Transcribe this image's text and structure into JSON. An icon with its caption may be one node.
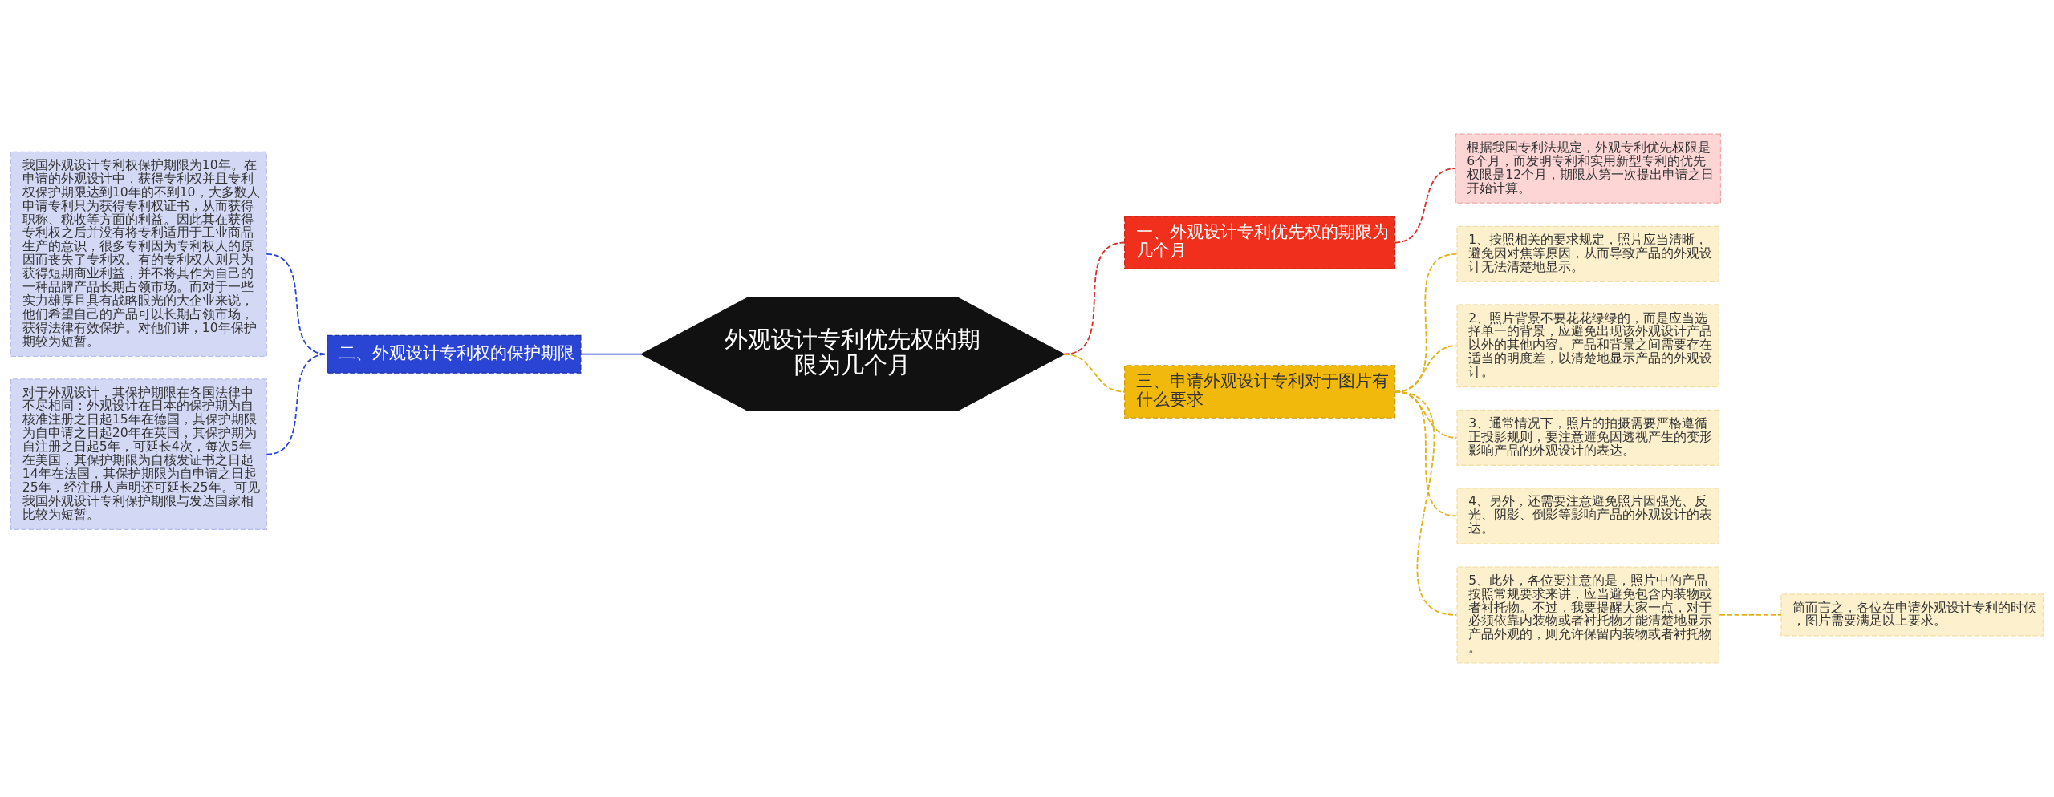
{
  "diagram": {
    "nodes": [
      {
        "text": [
          "外观设计专利优先权的期限为几个月"
        ]
      },
      {
        "text": [
          "一、外观设计专利优先权的期限为几个月"
        ]
      },
      {
        "text": [
          "根据我国专利法规定，外观专利优先权限是6个月，而发明专利和实用新型专利的优先权限是12个月，期限从第一次提出申请之日开始计算。"
        ]
      },
      {
        "text": [
          "二、外观设计专利权的保护期限"
        ]
      },
      {
        "text": [
          "我国外观设计专利权保护期限为10年。在申请的外观设计中，获得专利权并且专利权保护期限达到10年的不到10，大多数人申请专利只为获得专利权证书，从而获得职称、税收等方面的利益。因此其在获得专利权之后并没有将专利适用于工业商品生产的意识，很多专利因为专利权人的原因而丧失了专利权。有的专利权人则只为获得短期商业利益，并不将其作为自己的一种品牌产品长期占领市场。而对于一些实力雄厚且具有战略眼光的大企业来说，他们希望自己的产品可以长期占领市场，获得法律有效保护。对他们讲，10年保护期较为短暂。"
        ]
      },
      {
        "text": [
          "对于外观设计，其保护期限在各国法律中不尽相同：外观设计在日本的保护期为自核准注册之日起15年在德国，其保护期限为自申请之日起20年在英国，其保护期为自注册之日起5年，可延长4次，每次5年在美国，其保护期限为自核发证书之日起14年在法国，其保护期限为自申请之日起25年，经注册人声明还可延长25年。可见我国外观设计专利保护期限与发达国家相比较为短暂。"
        ]
      },
      {
        "text": [
          "三、申请外观设计专利对于图片有什么要求"
        ]
      },
      {
        "text": [
          "1、按照相关的要求规定，照片应当清晰，避免因对焦等原因，从而导致产品的外观设计无法清楚地显示。"
        ]
      },
      {
        "text": [
          "2、照片背景不要花花绿绿的，而是应当选择单一的背景，应避免出现该外观设计产品以外的其他内容。产品和背景之间需要存在适当的明度差，以清楚地显示产品的外观设计。"
        ]
      },
      {
        "text": [
          "3、通常情况下，照片的拍摄需要严格遵循正投影规则，要注意避免因透视产生的变形影响产品的外观设计的表达。"
        ]
      },
      {
        "text": [
          "4、另外，还需要注意避免照片因强光、反光、阴影、倒影等影响产品的外观设计的表达。"
        ]
      },
      {
        "text": [
          "5、此外，各位要注意的是，照片中的产品按照常规要求来讲，应当避免包含内装物或者衬托物。不过，我要提醒大家一点，对于必须依靠内装物或者衬托物才能清楚地显示产品外观的，则允许保留内装物或者衬托物。"
        ]
      },
      {
        "text": [
          "简而言之，各位在申请外观设计专利的时候，图片需要满足以上要求。"
        ]
      }
    ],
    "edges": [
      {
        "from": 0,
        "to": 1,
        "arrow": "none",
        "style": "dashed",
        "color": "#d9302a"
      },
      {
        "from": 1,
        "to": 2,
        "arrow": "none",
        "style": "dashed",
        "color": "#d9302a"
      },
      {
        "from": 0,
        "to": 3,
        "arrow": "none",
        "color": "#2a44d4"
      },
      {
        "from": 3,
        "to": 4,
        "arrow": "none",
        "style": "dashed",
        "color": "#2a44d4"
      },
      {
        "from": 3,
        "to": 5,
        "arrow": "none",
        "style": "dashed",
        "color": "#2a44d4"
      },
      {
        "from": 0,
        "to": 6,
        "arrow": "none",
        "style": "dashed"
      },
      {
        "from": 6,
        "to": 7,
        "arrow": "none",
        "style": "dashed"
      },
      {
        "from": 6,
        "to": 8,
        "arrow": "none",
        "style": "dashed"
      },
      {
        "from": 6,
        "to": 9,
        "arrow": "none",
        "style": "dashed"
      },
      {
        "from": 6,
        "to": 10,
        "arrow": "none",
        "style": "dashed"
      },
      {
        "from": 6,
        "to": 11,
        "arrow": "none",
        "style": "dashed"
      },
      {
        "from": 11,
        "to": 12,
        "arrow": "none",
        "style": "dashed"
      }
    ]
  }
}
